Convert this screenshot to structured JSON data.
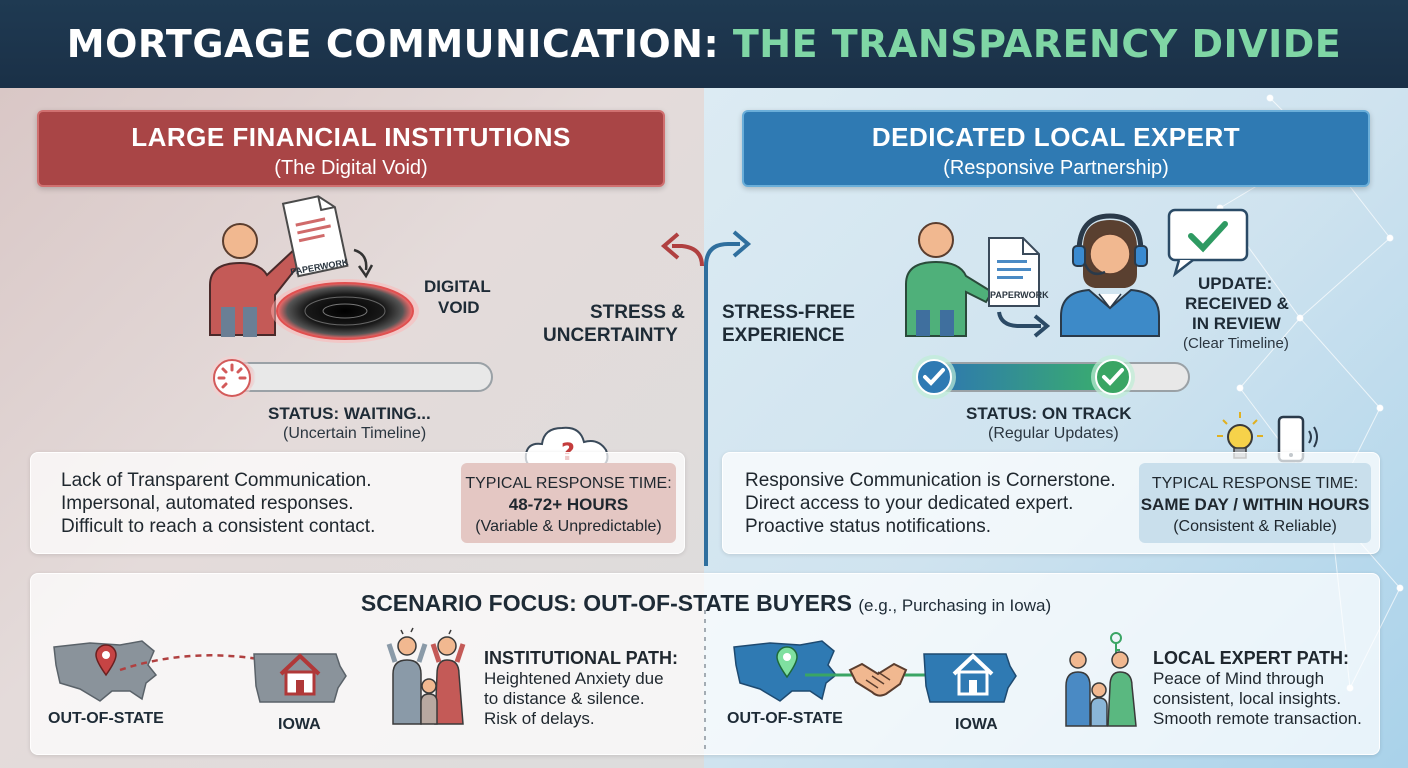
{
  "header": {
    "title_part1": "MORTGAGE COMMUNICATION: ",
    "title_part2": "THE TRANSPARENCY DIVIDE"
  },
  "left": {
    "banner_title": "LARGE FINANCIAL INSTITUTIONS",
    "banner_subtitle": "(The Digital Void)",
    "paperwork_label": "PAPERWORK",
    "void_label_1": "DIGITAL",
    "void_label_2": "VOID",
    "status_label": "STATUS: WAITING...",
    "status_sub": "(Uncertain Timeline)",
    "status_progress": 0.1,
    "description": [
      "Lack of Transparent Communication.",
      "Impersonal, automated responses.",
      "Difficult to reach a consistent contact."
    ],
    "response_title": "TYPICAL RESPONSE TIME:",
    "response_value": "48-72+ HOURS",
    "response_note": "(Variable & Unpredictable)"
  },
  "center": {
    "left_label_1": "STRESS &",
    "left_label_2": "UNCERTAINTY",
    "right_label_1": "STRESS-FREE",
    "right_label_2": "EXPERIENCE"
  },
  "right": {
    "banner_title": "DEDICATED LOCAL EXPERT",
    "banner_subtitle": "(Responsive Partnership)",
    "paperwork_label": "PAPERWORK",
    "update_line1": "UPDATE:",
    "update_line2": "RECEIVED &",
    "update_line3": "IN REVIEW",
    "update_sub": "(Clear Timeline)",
    "status_label": "STATUS: ON TRACK",
    "status_sub": "(Regular Updates)",
    "status_progress": 0.72,
    "description": [
      "Responsive Communication is Cornerstone.",
      "Direct access to your dedicated expert.",
      "Proactive status notifications."
    ],
    "response_title": "TYPICAL RESPONSE TIME:",
    "response_value": "SAME DAY / WITHIN HOURS",
    "response_note": "(Consistent & Reliable)"
  },
  "scenario": {
    "title": "SCENARIO FOCUS: OUT-OF-STATE BUYERS",
    "title_note": "(e.g., Purchasing in Iowa)",
    "left_origin": "OUT-OF-STATE",
    "left_dest": "IOWA",
    "left_path_title": "INSTITUTIONAL PATH:",
    "left_path_lines": [
      "Heightened Anxiety due",
      "to distance & silence.",
      "Risk of delays."
    ],
    "right_origin": "OUT-OF-STATE",
    "right_dest": "IOWA",
    "right_path_title": "LOCAL EXPERT PATH:",
    "right_path_lines": [
      "Peace of Mind through",
      "consistent, local insights.",
      "Smooth remote transaction."
    ]
  },
  "colors": {
    "institution_red": "#a94546",
    "expert_blue": "#2f7ab3",
    "accent_green": "#7fd6a5",
    "header_navy": "#1f3a52"
  },
  "icons": [
    "person-icon",
    "document-icon",
    "black-hole-icon",
    "loading-spinner-icon",
    "question-cloud-icon",
    "support-agent-icon",
    "chat-check-icon",
    "checkmark-icon",
    "lightbulb-icon",
    "phone-icon",
    "map-pin-icon",
    "house-icon",
    "handshake-icon",
    "anxious-family-icon",
    "happy-family-icon",
    "key-icon"
  ]
}
